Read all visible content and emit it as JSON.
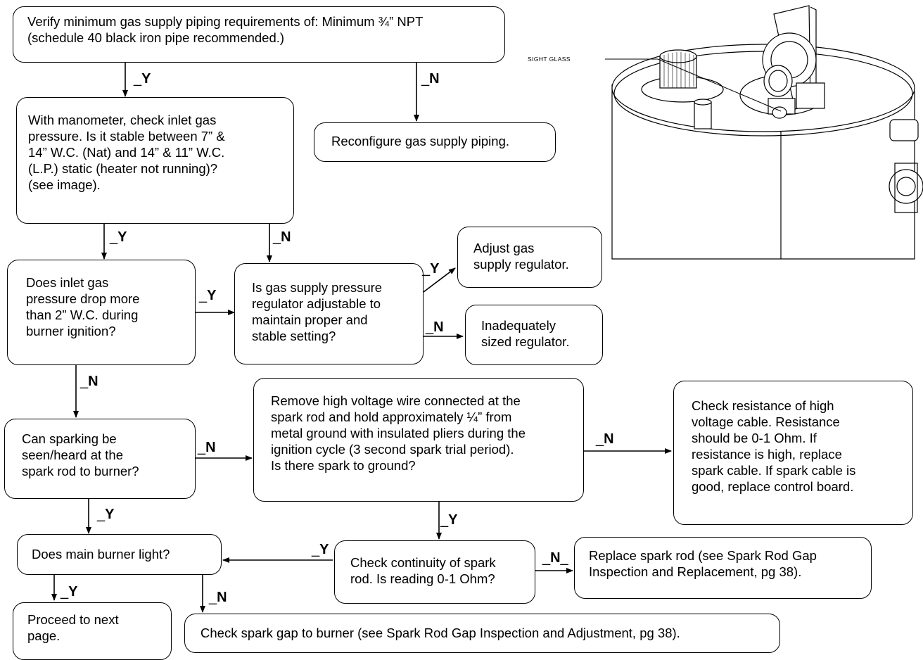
{
  "boxes": {
    "verify": "Verify minimum gas supply piping requirements of: Minimum ¾” NPT\n(schedule 40 black iron pipe recommended.)",
    "manometer": "With manometer, check inlet gas\npressure. Is it stable between 7” &\n14” W.C. (Nat) and 14” & 11” W.C.\n(L.P.) static (heater not running)?\n(see image).",
    "reconfigure": "Reconfigure gas supply piping.",
    "drop": "Does inlet gas\npressure drop more\nthan 2” W.C. during\nburner ignition?",
    "regulator": "Is gas supply pressure\nregulator adjustable to\nmaintain proper and\nstable setting?",
    "adjust": "Adjust gas\nsupply regulator.",
    "inadequate": "Inadequately\nsized regulator.",
    "sparking": "Can sparking be\nseen/heard at the\nspark rod to burner?",
    "remove_wire": "Remove high voltage wire connected at the\nspark rod and hold approximately ¼” from\nmetal ground with insulated pliers during the\nignition cycle (3 second spark trial period).\nIs there spark to ground?",
    "resistance": "Check resistance of high\nvoltage cable. Resistance\nshould be 0-1 Ohm. If\nresistance is high, replace\nspark cable. If spark cable is\ngood, replace control board.",
    "main_burner": "Does main burner light?",
    "continuity": "Check continuity of spark\nrod. Is reading 0-1 Ohm?",
    "replace_rod": "Replace spark rod (see Spark Rod Gap\nInspection and Replacement, pg 38).",
    "proceed": "Proceed to next\npage.",
    "spark_gap": "Check spark gap to burner (see Spark Rod Gap Inspection and Adjustment, pg 38)."
  },
  "labels": {
    "yes": "Y",
    "no": "N",
    "tick": "_"
  },
  "image": {
    "caption": "SIGHT GLASS"
  }
}
